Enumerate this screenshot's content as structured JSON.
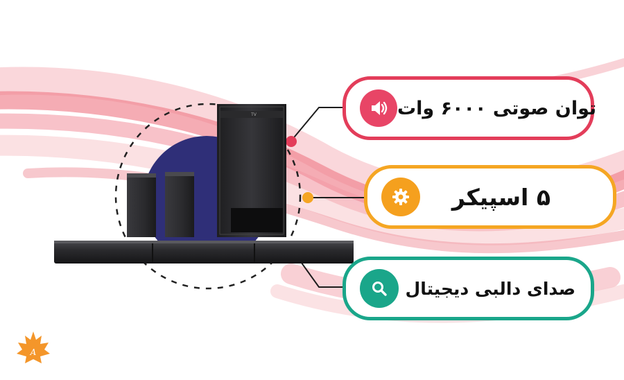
{
  "colors": {
    "feature_1": "#e33d5a",
    "feature_2": "#f5a623",
    "feature_3": "#1aa68a",
    "swoosh": "#f08a95",
    "accent_circle": "#2f2f78"
  },
  "features": [
    {
      "label": "توان صوتی ۶۰۰۰ وات",
      "icon": "speaker-volume-icon"
    },
    {
      "label": "۵ اسپیکر",
      "icon": "gear-icon"
    },
    {
      "label": "صدای دالبی دیجیتال",
      "icon": "search-icon"
    }
  ],
  "product": {
    "subwoofer_badge": "TV"
  },
  "logo": {
    "icon": "maple-leaf-logo",
    "text": "A"
  }
}
